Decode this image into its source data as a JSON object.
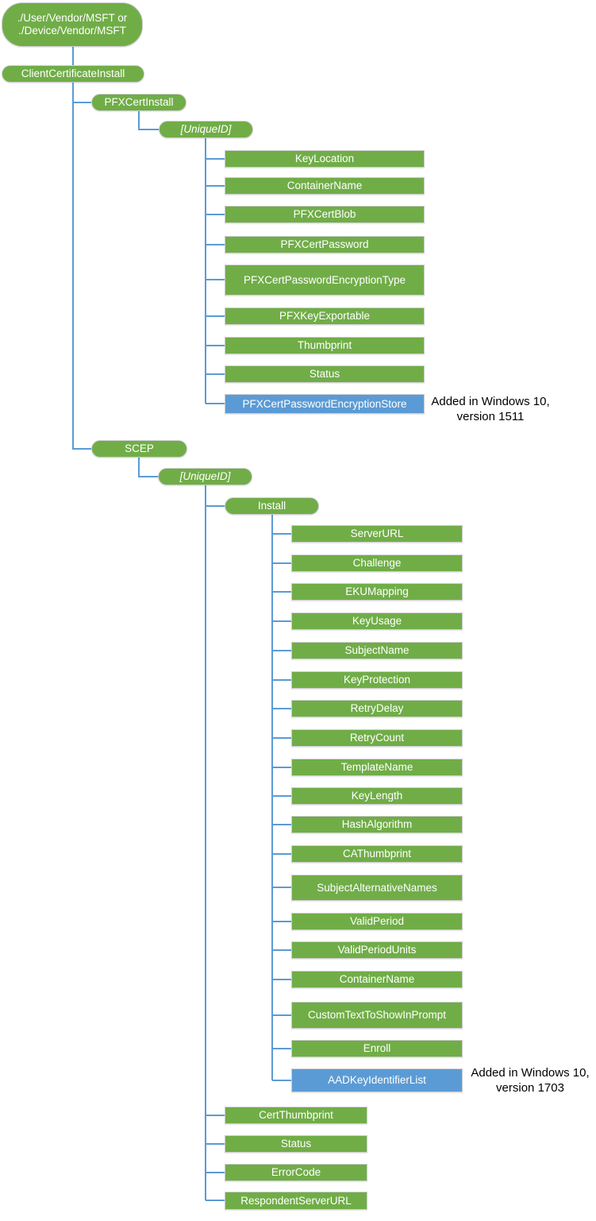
{
  "colors": {
    "node_green": "#70AD47",
    "node_blue": "#5B9BD5",
    "connector_blue": "#5B9BD5",
    "node_text": "#ffffff",
    "annotation_text": "#000000"
  },
  "tree": {
    "root": {
      "line1": "./User/Vendor/MSFT or",
      "line2": "./Device/Vendor/MSFT"
    },
    "client_certificate_install": {
      "label": "ClientCertificateInstall"
    },
    "pfx": {
      "label": "PFXCertInstall",
      "unique_id": "[UniqueID]",
      "children": [
        "KeyLocation",
        "ContainerName",
        "PFXCertBlob",
        "PFXCertPassword",
        "PFXCertPasswordEncryptionType",
        "PFXKeyExportable",
        "Thumbprint",
        "Status"
      ],
      "added_child": "PFXCertPasswordEncryptionStore",
      "annotation": {
        "line1": "Added in Windows 10,",
        "line2": "version 1511"
      }
    },
    "scep": {
      "label": "SCEP",
      "unique_id": "[UniqueID]",
      "install": {
        "label": "Install",
        "children": [
          "ServerURL",
          "Challenge",
          "EKUMapping",
          "KeyUsage",
          "SubjectName",
          "KeyProtection",
          "RetryDelay",
          "RetryCount",
          "TemplateName",
          "KeyLength",
          "HashAlgorithm",
          "CAThumbprint",
          "SubjectAlternativeNames",
          "ValidPeriod",
          "ValidPeriodUnits",
          "ContainerName",
          "CustomTextToShowInPrompt",
          "Enroll"
        ],
        "added_child": "AADKeyIdentifierList",
        "annotation": {
          "line1": "Added in Windows 10,",
          "line2": "version 1703"
        }
      },
      "children": [
        "CertThumbprint",
        "Status",
        "ErrorCode",
        "RespondentServerURL"
      ]
    }
  }
}
